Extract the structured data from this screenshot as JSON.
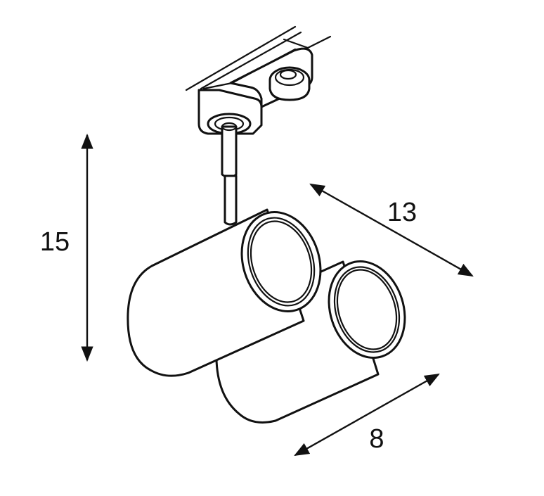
{
  "diagram": {
    "dimensions": {
      "height": "15",
      "length": "13",
      "width": "8"
    },
    "colors": {
      "line": "#111111",
      "background": "#ffffff"
    }
  }
}
